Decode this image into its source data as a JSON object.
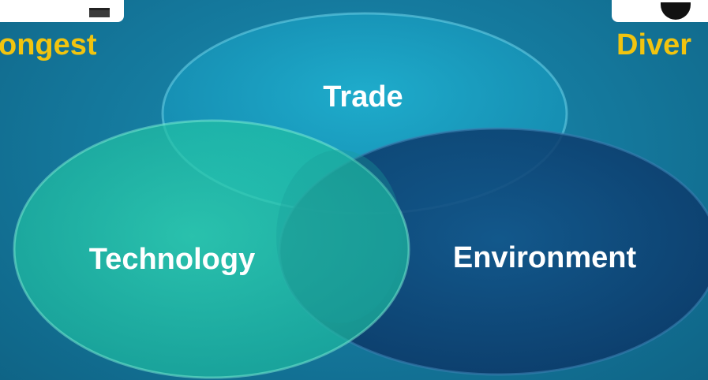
{
  "header": {
    "left_word": "ongest",
    "right_word": "Diver"
  },
  "diagram": {
    "type": "venn",
    "circles": [
      {
        "label": "Trade",
        "color": "#1b9bbd"
      },
      {
        "label": "Technology",
        "color": "#22c9a8"
      },
      {
        "label": "Environment",
        "color": "#0e3f72"
      }
    ]
  },
  "colors": {
    "headline": "#f1c40f",
    "background": "#14779b",
    "label": "#ffffff"
  },
  "icons": {
    "left_logo": "logo-partial-icon",
    "right_logo": "logo-emblem-icon"
  }
}
